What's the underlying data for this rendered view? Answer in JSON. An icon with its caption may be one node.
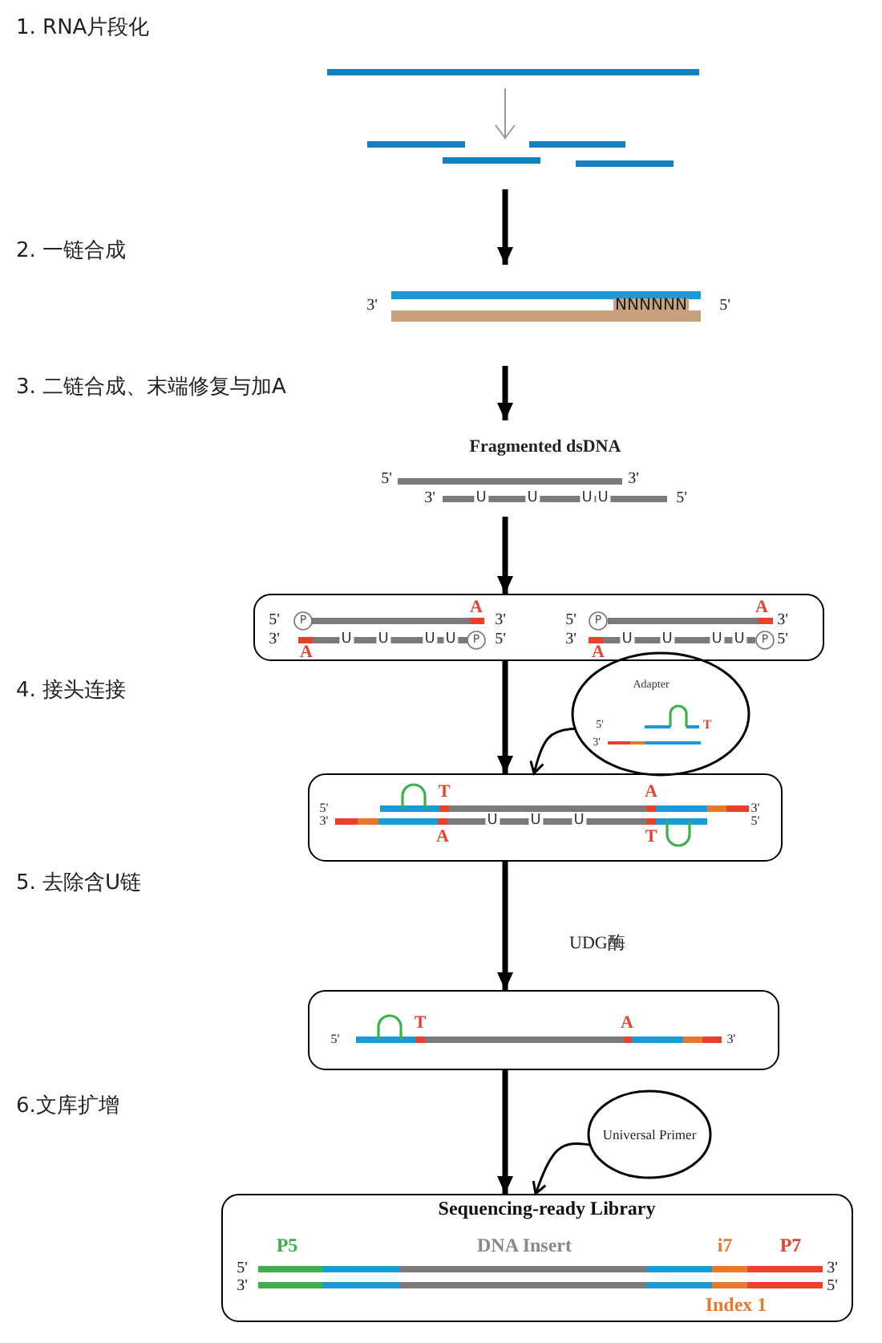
{
  "diagram": {
    "nodes": [
      {
        "text": [],
        "shape": "picture"
      },
      {
        "text": [
          "3'",
          "NNNNNN",
          "5'"
        ]
      },
      {
        "text": [
          "Fragmented dsDNA",
          "5'",
          "3'",
          "3'",
          "U",
          "U",
          "U",
          "U",
          "5'"
        ]
      },
      {
        "text": [
          "A",
          "A",
          "5'",
          "P",
          "3'",
          "5'",
          "P",
          "3'",
          "3'",
          "U",
          "U",
          "U",
          "U",
          "P",
          "5'",
          "3'",
          "U",
          "U",
          "U",
          "U",
          "P",
          "5'",
          "A",
          "A"
        ]
      },
      {
        "text": [
          "Adapter",
          "5'",
          "T",
          "3'"
        ]
      },
      {
        "text": [
          "T",
          "A",
          "5'",
          "3'",
          "3'",
          "U",
          "U",
          "U",
          "5'",
          "A",
          "T"
        ]
      },
      {
        "text": [
          "T",
          "A",
          "5'",
          "3'"
        ]
      },
      {
        "text": [
          "Universal Primer"
        ]
      },
      {
        "text": [
          "Sequencing-ready Library",
          "P5",
          "DNA Insert",
          "i7",
          "P7",
          "5'",
          "3'",
          "3'",
          "5'",
          "Index 1"
        ]
      }
    ],
    "edges": [
      {
        "from": 0,
        "to": 1,
        "arrow": "to"
      },
      {
        "from": 1,
        "to": 2,
        "arrow": "to"
      },
      {
        "from": 2,
        "to": 3,
        "arrow": "to"
      },
      {
        "from": 3,
        "to": 5,
        "arrow": "to"
      },
      {
        "from": 5,
        "to": 6,
        "arrow": "to"
      },
      {
        "from": 6,
        "to": 8,
        "arrow": "to"
      },
      {
        "from": 4,
        "to": 5,
        "arrow": "to"
      },
      {
        "from": 7,
        "to": 8,
        "arrow": "to"
      }
    ],
    "labels": [
      "1. RNA片段化",
      "2. 一链合成",
      "3. 二链合成、末端修复与加A",
      "4. 接头连接",
      "5. 去除含U链",
      "6.文库扩增",
      "UDG酶"
    ]
  }
}
